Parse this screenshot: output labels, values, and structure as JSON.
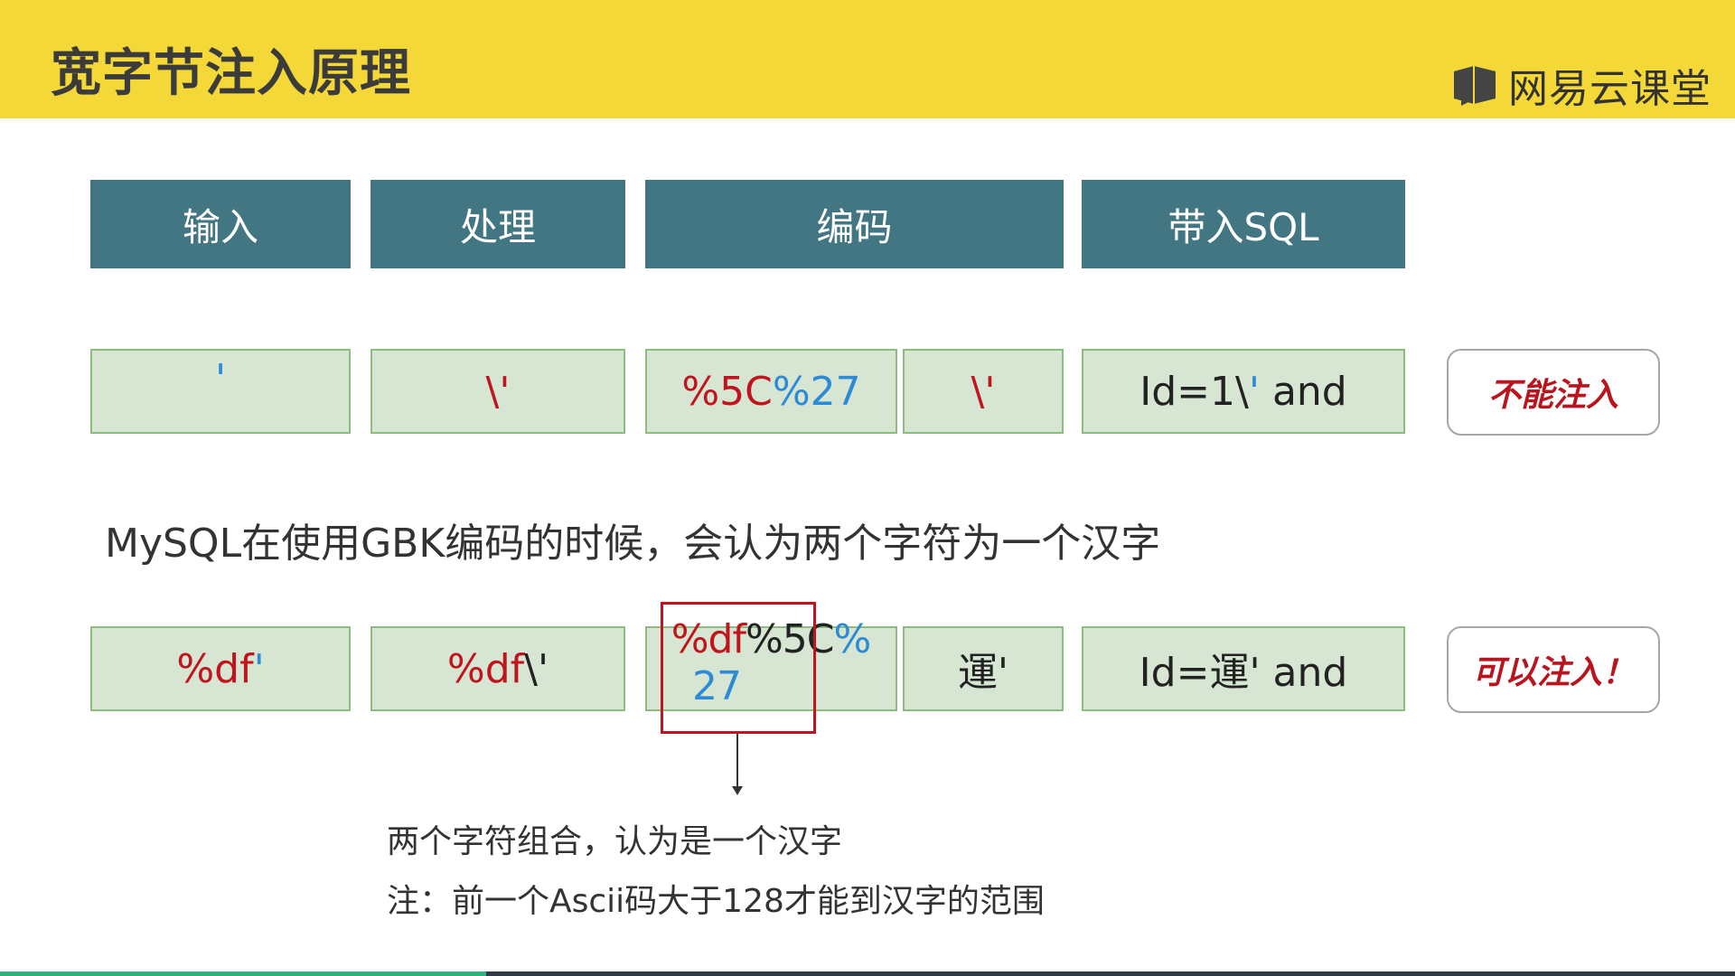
{
  "header": {
    "title": "宽字节注入原理",
    "brand": "网易云课堂"
  },
  "columns": [
    "输入",
    "处理",
    "编码",
    "带入SQL"
  ],
  "row1": {
    "input": "'",
    "process": "\\'",
    "enc_a": "%5C",
    "enc_b": "%27",
    "enc_decoded": "\\'",
    "sql_prefix": "Id=1\\",
    "sql_quote": "'",
    "sql_suffix": " and",
    "result": "不能注入"
  },
  "explanation": "MySQL在使用GBK编码的时候，会认为两个字符为一个汉字",
  "row2": {
    "input_a": "%df",
    "input_b": "'",
    "process_a": "%df",
    "process_b": "\\'",
    "enc_part1": "%df",
    "enc_part2": "%5C",
    "enc_part3": "%",
    "enc_part4": "27",
    "enc_decoded": "運'",
    "sql": "Id=運' and",
    "result": "可以注入！"
  },
  "notes": {
    "line1": "两个字符组合，认为是一个汉字",
    "line2": "注：前一个Ascii码大于128才能到汉字的范围"
  },
  "progress": 0.28,
  "colors": {
    "header_bg": "#f3d837",
    "column_header_bg": "#417682",
    "cell_bg": "#d7e6d2",
    "cell_border": "#8cbc80",
    "accent_red": "#c0141e",
    "accent_blue": "#2d8ad5"
  },
  "icons": {
    "brand_logo": "book-icon"
  }
}
